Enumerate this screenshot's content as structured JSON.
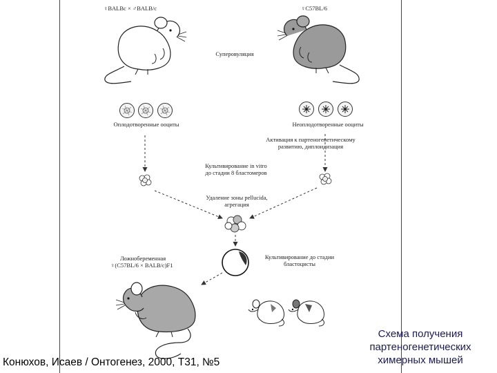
{
  "diagram": {
    "female_cross_left": "♀BALBc × ♂BALB/c",
    "female_strain_right": "♀C57BL/6",
    "superovulation": "Суперовуляция",
    "fertilized_oocytes": "Оплодотворенные ооциты",
    "unfertilized_oocytes": "Неоплодотворенные ооциты",
    "activation_line1": "Активация к партеногенетическому",
    "activation_line2": "развитию, диплоидизация",
    "culture_line1": "Культивирование in vitro",
    "culture_line2": "до стадии 8 бластомеров",
    "zona_removal_line1": "Удаление зоны pellucida,",
    "zona_removal_line2": "агрегация",
    "pseudopregnant_line1": "Ложнобеременная",
    "pseudopregnant_line2": "♀(C57BL/6 × BALB/c)F1",
    "culture_blastocyst_line1": "Культивирование до стадии",
    "culture_blastocyst_line2": "бластоцисты"
  },
  "caption": {
    "credit": "Конюхов, Исаев / Онтогенез, 2000, Т31, №5",
    "title_line1": "Схема получения",
    "title_line2": "партеногенетических",
    "title_line3": "химерных мышей"
  }
}
